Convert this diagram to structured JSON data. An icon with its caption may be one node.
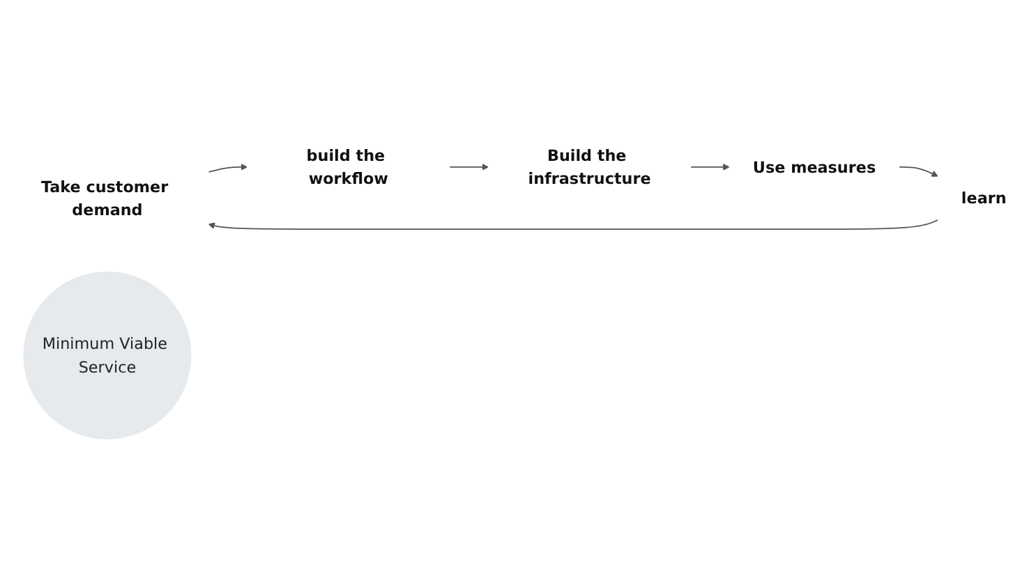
{
  "diagram": {
    "nodes": [
      {
        "text": [
          "Take customer demand"
        ]
      },
      {
        "text": [
          "build the workflow"
        ]
      },
      {
        "text": [
          "Build the infrastructure"
        ]
      },
      {
        "text": [
          "Use measures"
        ]
      },
      {
        "text": [
          "learn"
        ]
      },
      {
        "text": [
          "Minimum Viable Service"
        ]
      }
    ],
    "edges": [
      {
        "from": 0,
        "to": 1,
        "arrow": "to"
      },
      {
        "from": 1,
        "to": 2,
        "arrow": "to"
      },
      {
        "from": 2,
        "to": 3,
        "arrow": "to"
      },
      {
        "from": 3,
        "to": 4,
        "arrow": "to"
      },
      {
        "from": 4,
        "to": 0,
        "arrow": "to"
      }
    ]
  }
}
